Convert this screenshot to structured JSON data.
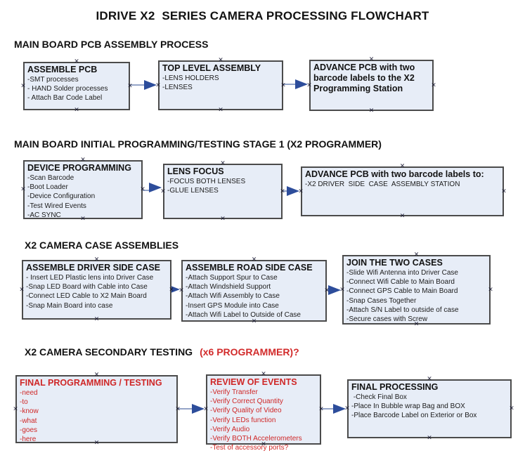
{
  "title": "IDRIVE X2  SERIES CAMERA PROCESSING FLOWCHART",
  "colors": {
    "box_fill": "#e7edf7",
    "box_border": "#4b4b4b",
    "arrow_line": "#94a4c8",
    "arrow_head": "#2d4d9b",
    "red_text": "#cf2727",
    "black_text": "#121212"
  },
  "icons": {
    "connection_handle": "×"
  },
  "sections": [
    {
      "heading": "MAIN BOARD PCB ASSEMBLY PROCESS",
      "boxes": [
        {
          "title": "ASSEMBLE PCB",
          "lines": [
            "-SMT processes",
            "- HAND Solder processes",
            "- Attach Bar Code Label"
          ]
        },
        {
          "title": "TOP LEVEL ASSEMBLY",
          "lines": [
            "-LENS HOLDERS",
            "-LENSES"
          ]
        },
        {
          "title": "ADVANCE PCB with two barcode labels to the X2 Programming Station",
          "lines": []
        }
      ]
    },
    {
      "heading": "MAIN BOARD INITIAL PROGRAMMING/TESTING STAGE 1 (X2 PROGRAMMER)",
      "boxes": [
        {
          "title": "DEVICE PROGRAMMING",
          "lines": [
            "-Scan Barcode",
            "-Boot Loader",
            "-Device Configuration",
            "-Test Wired Events",
            "-AC SYNC"
          ]
        },
        {
          "title": "LENS FOCUS",
          "lines": [
            "-FOCUS BOTH LENSES",
            "-GLUE LENSES"
          ]
        },
        {
          "title": "ADVANCE PCB with two barcode labels to:",
          "lines": [
            "-X2 DRIVER  SIDE  CASE  ASSEMBLY STATION"
          ]
        }
      ]
    },
    {
      "heading": "X2 CAMERA CASE ASSEMBLIES",
      "boxes": [
        {
          "title": "ASSEMBLE DRIVER SIDE CASE",
          "lines": [
            "- Insert LED Plastic lens into Driver Case",
            "-Snap LED Board with Cable into Case",
            "-Connect LED Cable to X2 Main Board",
            "-Snap Main Board into case"
          ]
        },
        {
          "title": "ASSEMBLE ROAD SIDE CASE",
          "lines": [
            "-Attach Support Spur to Case",
            "-Attach Windshield Support",
            "-Attach Wifi Assembly to Case",
            "-Insert GPS Module into Case",
            "-Attach Wifi Label to Outside of Case"
          ]
        },
        {
          "title": "JOIN THE TWO CASES",
          "lines": [
            "-Slide Wifi Antenna into Driver Case",
            "-Connect Wifi Cable to Main Board",
            "-Connect GPS Cable to Main Board",
            "-Snap Cases Together",
            "-Attach S/N Label to outside of case",
            "-Secure cases with Screw"
          ]
        }
      ]
    },
    {
      "heading": "X2 CAMERA SECONDARY TESTING",
      "heading_red": "(x6 PROGRAMMER)?",
      "boxes": [
        {
          "title": "FINAL PROGRAMMING / TESTING",
          "lines": [
            "-need",
            "-to",
            "-know",
            "-what",
            "-goes",
            "-here"
          ]
        },
        {
          "title": "REVIEW OF EVENTS",
          "lines": [
            "-Verify Transfer",
            "-Verify Correct Quantity",
            "-Verify Quality of Video",
            "-Verify LEDs function",
            "-Verify Audio",
            "-Verify BOTH Accelerometers",
            "-Test of accessory ports?"
          ]
        },
        {
          "title": "FINAL PROCESSING",
          "lines": [
            " -Check Final Box",
            "-Place In Bubble wrap Bag and BOX",
            "-Place Barcode Label on Exterior or Box"
          ]
        }
      ]
    }
  ]
}
